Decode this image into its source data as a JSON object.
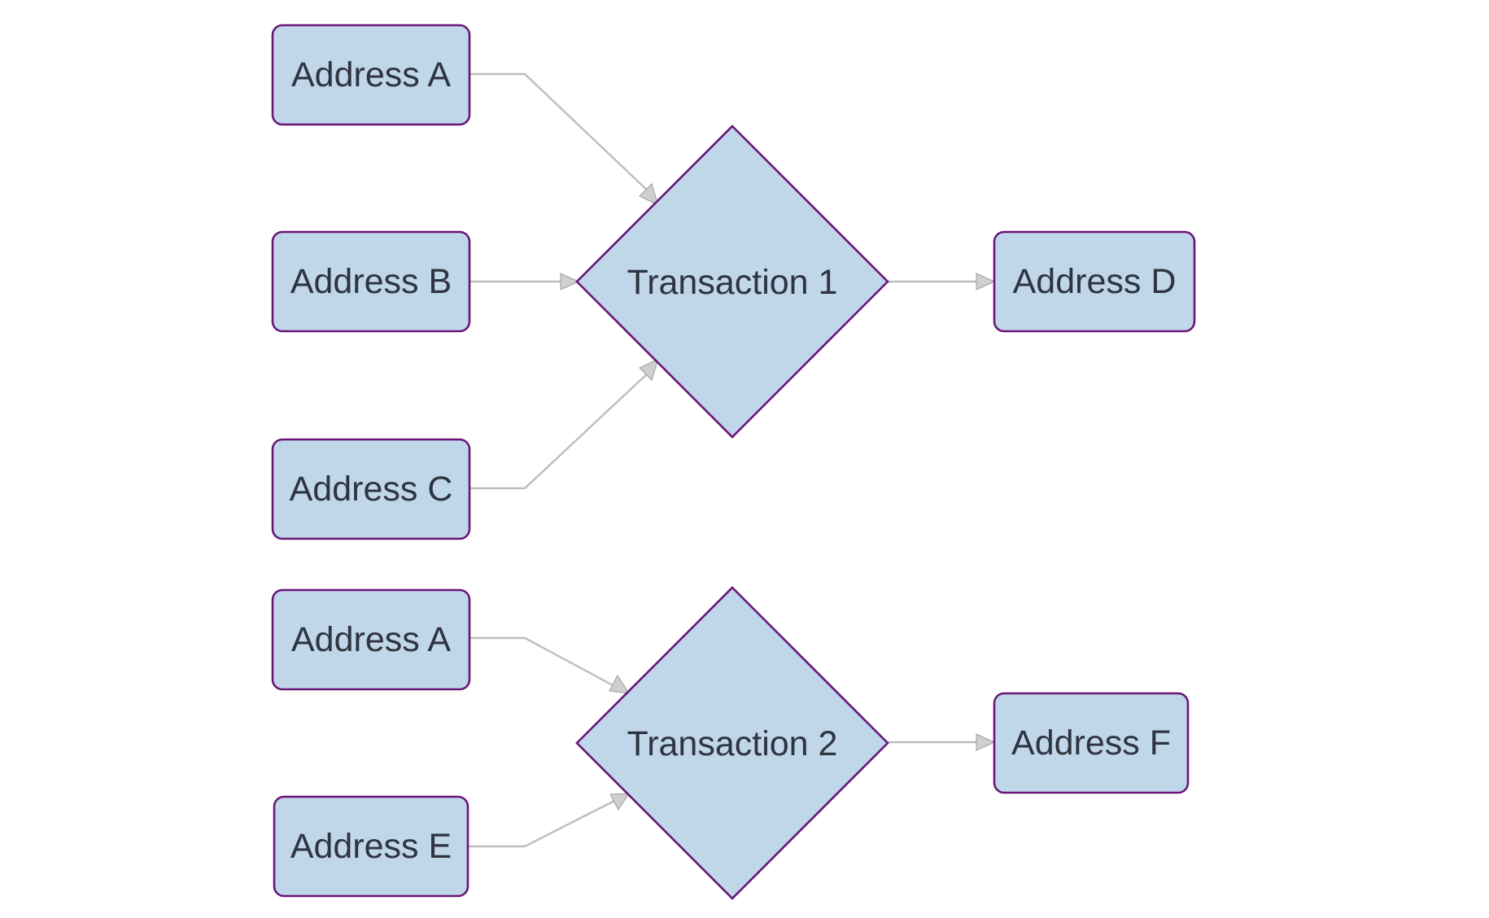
{
  "diagram": {
    "groups": [
      {
        "transaction": "Transaction 1",
        "inputs": [
          "Address A",
          "Address B",
          "Address C"
        ],
        "output": "Address D"
      },
      {
        "transaction": "Transaction 2",
        "inputs": [
          "Address A",
          "Address E"
        ],
        "output": "Address F"
      }
    ]
  },
  "colors": {
    "node_fill": "#c0d6e9",
    "node_border": "#6a1577",
    "edge": "#bdbdbd",
    "text": "#2e3440"
  }
}
